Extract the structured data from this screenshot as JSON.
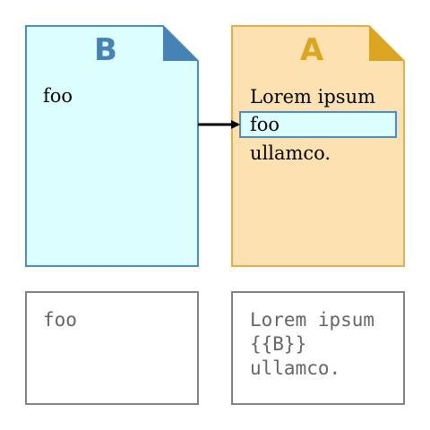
{
  "doc_b": {
    "letter": "B",
    "content": "foo",
    "fill": "#dcfefe",
    "stroke": "#4a8bc0",
    "accent": "#4682b4"
  },
  "doc_a": {
    "letter": "A",
    "line_1": "Lorem ipsum",
    "line_2": "foo",
    "line_3": "ullamco.",
    "fill": "#fde1b0",
    "stroke": "#e0ae4a",
    "accent": "#daa520",
    "highlight_stroke": "#4a8bc0"
  },
  "source_b": {
    "line_1": "foo",
    "stroke": "#808080",
    "text_color": "#666666"
  },
  "source_a": {
    "line_1": "Lorem ipsum",
    "line_2": "{{B}}",
    "line_3": "ullamco.",
    "stroke": "#808080",
    "text_color": "#666666"
  },
  "arrow": {
    "color": "#000000"
  }
}
